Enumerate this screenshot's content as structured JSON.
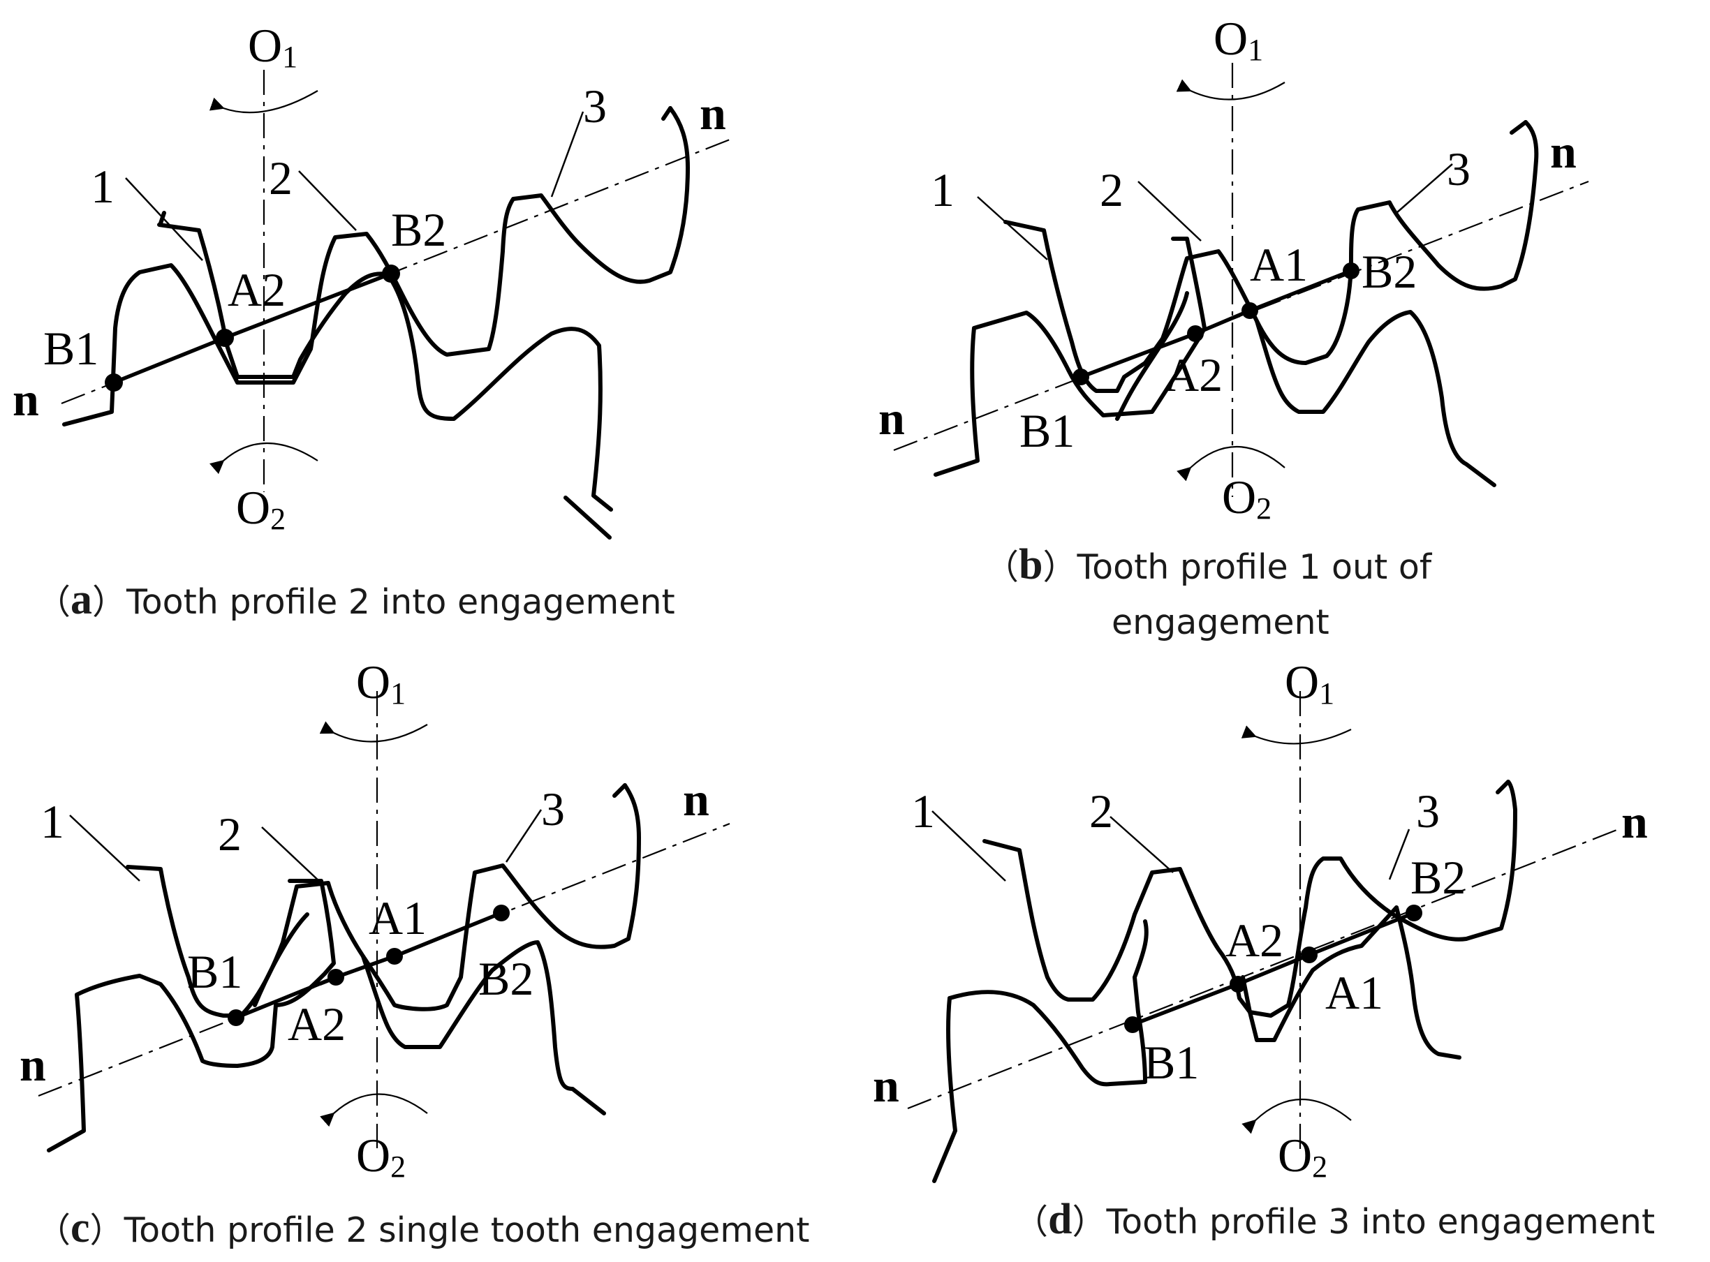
{
  "panels": [
    {
      "id": "a",
      "labels": {
        "O1": "O",
        "O1_sub": "1",
        "O2": "O",
        "O2_sub": "2",
        "n_left": "n",
        "n_right": "n",
        "t1": "1",
        "t2": "2",
        "t3": "3",
        "A2": "A2",
        "B1": "B1",
        "B2": "B2"
      },
      "caption": {
        "open": "（",
        "letter": "a",
        "close": "）",
        "text": "Tooth profile 2 into engagement"
      }
    },
    {
      "id": "b",
      "labels": {
        "O1": "O",
        "O1_sub": "1",
        "O2": "O",
        "O2_sub": "2",
        "n_left": "n",
        "n_right": "n",
        "t1": "1",
        "t2": "2",
        "t3": "3",
        "A1": "A1",
        "A2": "A2",
        "B1": "B1",
        "B2": "B2"
      },
      "caption": {
        "open": "（",
        "letter": "b",
        "close": "）",
        "text_line1": "Tooth profile 1 out of",
        "text_line2": "engagement"
      }
    },
    {
      "id": "c",
      "labels": {
        "O1": "O",
        "O1_sub": "1",
        "O2": "O",
        "O2_sub": "2",
        "n_left": "n",
        "n_right": "n",
        "t1": "1",
        "t2": "2",
        "t3": "3",
        "A1": "A1",
        "A2": "A2",
        "B1": "B1",
        "B2": "B2"
      },
      "caption": {
        "open": "（",
        "letter": "c",
        "close": "）",
        "text": "Tooth profile 2 single tooth engagement"
      }
    },
    {
      "id": "d",
      "labels": {
        "O1": "O",
        "O1_sub": "1",
        "O2": "O",
        "O2_sub": "2",
        "n_left": "n",
        "n_right": "n",
        "t1": "1",
        "t2": "2",
        "t3": "3",
        "A1": "A1",
        "A2": "A2",
        "B1": "B1",
        "B2": "B2"
      },
      "caption": {
        "open": "（",
        "letter": "d",
        "close": "）",
        "text": "Tooth profile 3 into engagement"
      }
    }
  ]
}
